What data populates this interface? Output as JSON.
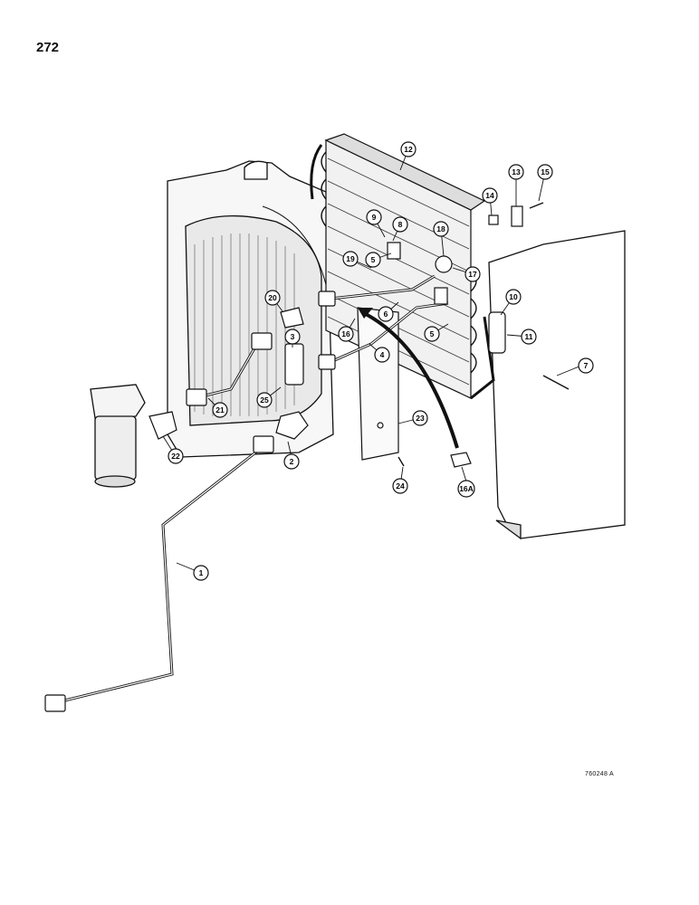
{
  "page": {
    "number": "272",
    "drawing_id": "760248 A"
  },
  "callouts": [
    {
      "id": "c1",
      "label": "1"
    },
    {
      "id": "c2",
      "label": "2"
    },
    {
      "id": "c3",
      "label": "3"
    },
    {
      "id": "c4",
      "label": "4"
    },
    {
      "id": "c5a",
      "label": "5"
    },
    {
      "id": "c5b",
      "label": "5"
    },
    {
      "id": "c6",
      "label": "6"
    },
    {
      "id": "c7",
      "label": "7"
    },
    {
      "id": "c8",
      "label": "8"
    },
    {
      "id": "c9",
      "label": "9"
    },
    {
      "id": "c10",
      "label": "10"
    },
    {
      "id": "c11",
      "label": "11"
    },
    {
      "id": "c12",
      "label": "12"
    },
    {
      "id": "c13",
      "label": "13"
    },
    {
      "id": "c14",
      "label": "14"
    },
    {
      "id": "c15",
      "label": "15"
    },
    {
      "id": "c16",
      "label": "16"
    },
    {
      "id": "c16a",
      "label": "16A"
    },
    {
      "id": "c17",
      "label": "17"
    },
    {
      "id": "c18",
      "label": "18"
    },
    {
      "id": "c19",
      "label": "19"
    },
    {
      "id": "c20",
      "label": "20"
    },
    {
      "id": "c21",
      "label": "21"
    },
    {
      "id": "c22",
      "label": "22"
    },
    {
      "id": "c23",
      "label": "23"
    },
    {
      "id": "c24",
      "label": "24"
    },
    {
      "id": "c25",
      "label": "25"
    }
  ]
}
